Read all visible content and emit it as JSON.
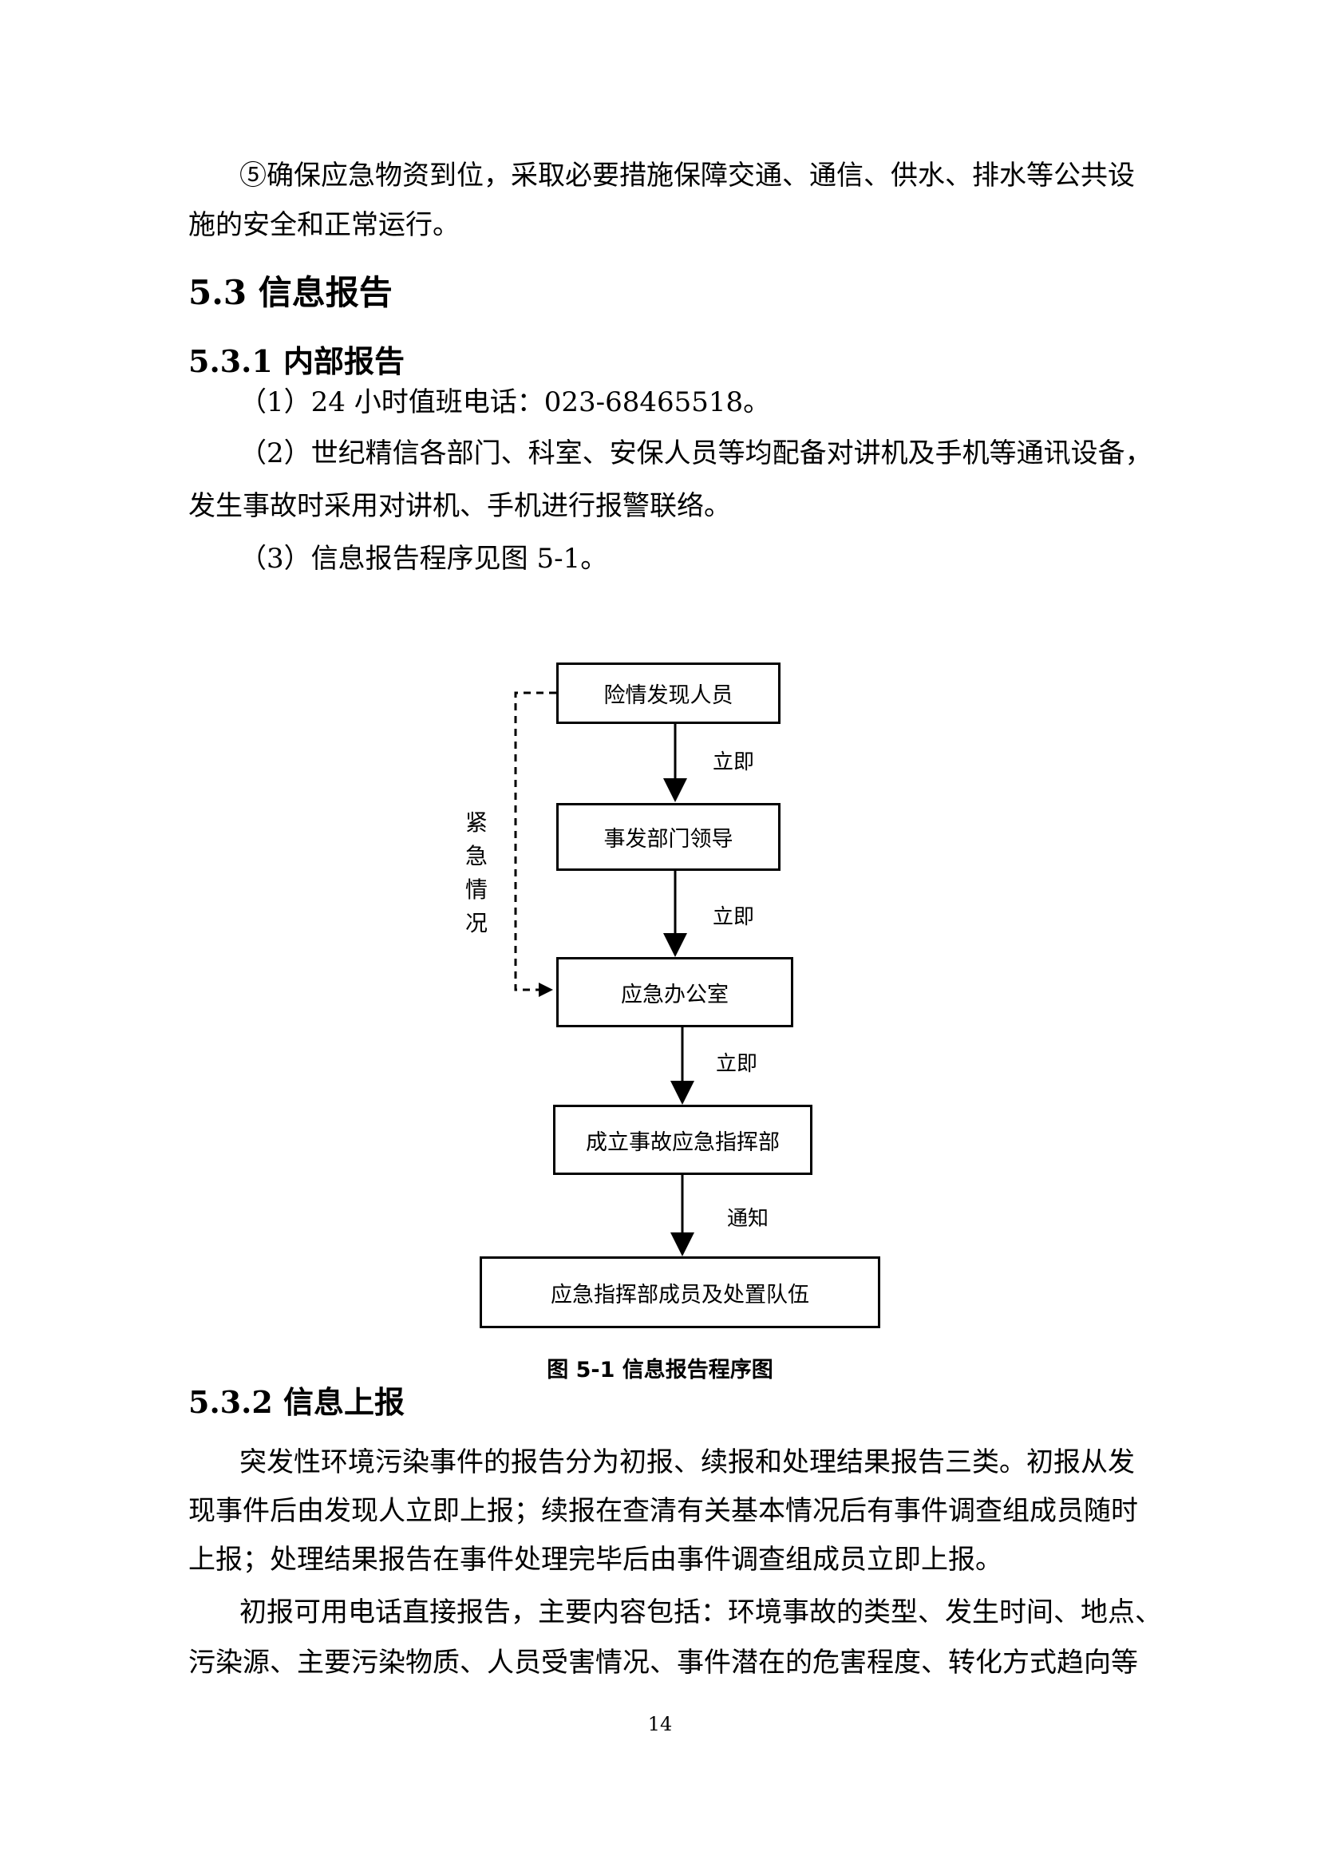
{
  "body": {
    "para1_line1": "⑤确保应急物资到位，采取必要措施保障交通、通信、供水、排水等公共设",
    "para1_line2": "施的安全和正常运行。",
    "heading_5_3": "5.3 信息报告",
    "heading_5_3_1": "5.3.1 内部报告",
    "item1": "（1）24 小时值班电话：023-68465518。",
    "item2_line1": "（2）世纪精信各部门、科室、安保人员等均配备对讲机及手机等通讯设备，",
    "item2_line2": "发生事故时采用对讲机、手机进行报警联络。",
    "item3": "（3）信息报告程序见图 5-1。",
    "heading_5_3_2": "5.3.2 信息上报",
    "para2_line1": "突发性环境污染事件的报告分为初报、续报和处理结果报告三类。初报从发",
    "para2_line2": "现事件后由发现人立即上报；续报在查清有关基本情况后有事件调查组成员随时",
    "para2_line3": "上报；处理结果报告在事件处理完毕后由事件调查组成员立即上报。",
    "para3_line1": "初报可用电话直接报告，主要内容包括：环境事故的类型、发生时间、地点、",
    "para3_line2": "污染源、主要污染物质、人员受害情况、事件潜在的危害程度、转化方式趋向等"
  },
  "flowchart": {
    "box1": "险情发现人员",
    "box2": "事发部门领导",
    "box3": "应急办公室",
    "box4": "成立事故应急指挥部",
    "box5": "应急指挥部成员及处置队伍",
    "arrow1": "立即",
    "arrow2": "立即",
    "arrow3": "立即",
    "arrow4": "通知",
    "bypass": "紧急情况",
    "caption": "图 5-1  信息报告程序图"
  },
  "page_number": "14"
}
